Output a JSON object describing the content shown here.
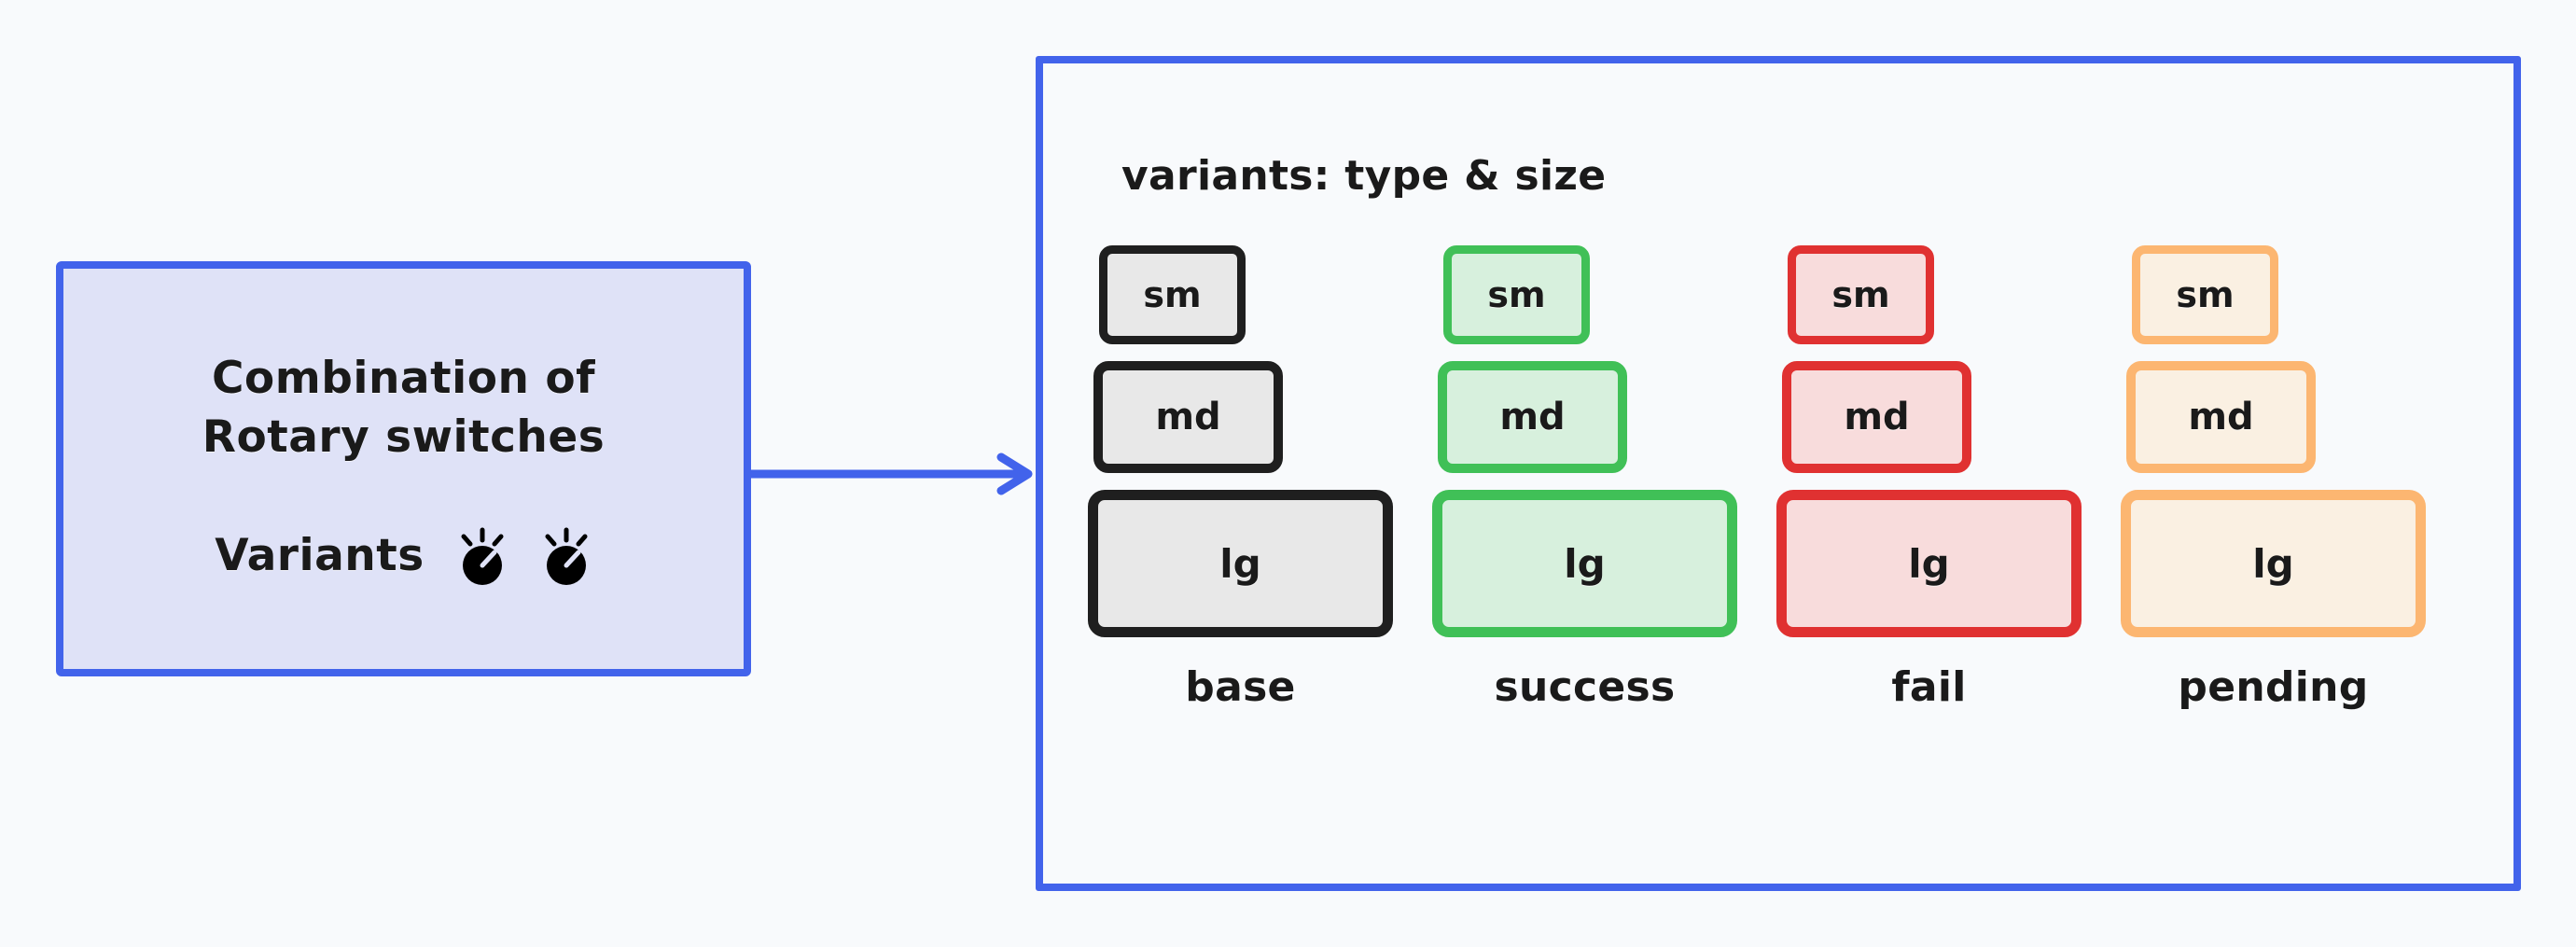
{
  "canvas": {
    "background": "#f8fafc"
  },
  "source_node": {
    "title_line_1": "Combination of",
    "title_line_2": "Rotary switches",
    "variants_label": "Variants",
    "knob_icon_name": "rotary-knob-icon",
    "knob_count": 2,
    "fill": "#dfe2f7",
    "border": "#4263eb"
  },
  "arrow": {
    "icon_name": "arrow-right-icon",
    "color": "#4263eb"
  },
  "panel": {
    "title": "variants: type & size",
    "border": "#4263eb",
    "fill": "#f8fafc"
  },
  "sizes": [
    "sm",
    "md",
    "lg"
  ],
  "columns": [
    {
      "label": "base",
      "border": "#1f1f1f",
      "fill": "#e8e8e8",
      "boxes": [
        {
          "size": "sm",
          "label": "sm"
        },
        {
          "size": "md",
          "label": "md"
        },
        {
          "size": "lg",
          "label": "lg"
        }
      ]
    },
    {
      "label": "success",
      "border": "#40c057",
      "fill": "#d7f0dd",
      "boxes": [
        {
          "size": "sm",
          "label": "sm"
        },
        {
          "size": "md",
          "label": "md"
        },
        {
          "size": "lg",
          "label": "lg"
        }
      ]
    },
    {
      "label": "fail",
      "border": "#e03131",
      "fill": "#f8dcdc",
      "boxes": [
        {
          "size": "sm",
          "label": "sm"
        },
        {
          "size": "md",
          "label": "md"
        },
        {
          "size": "lg",
          "label": "lg"
        }
      ]
    },
    {
      "label": "pending",
      "border": "#fcb671",
      "fill": "#faf0e2",
      "boxes": [
        {
          "size": "sm",
          "label": "sm"
        },
        {
          "size": "md",
          "label": "md"
        },
        {
          "size": "lg",
          "label": "lg"
        }
      ]
    }
  ]
}
